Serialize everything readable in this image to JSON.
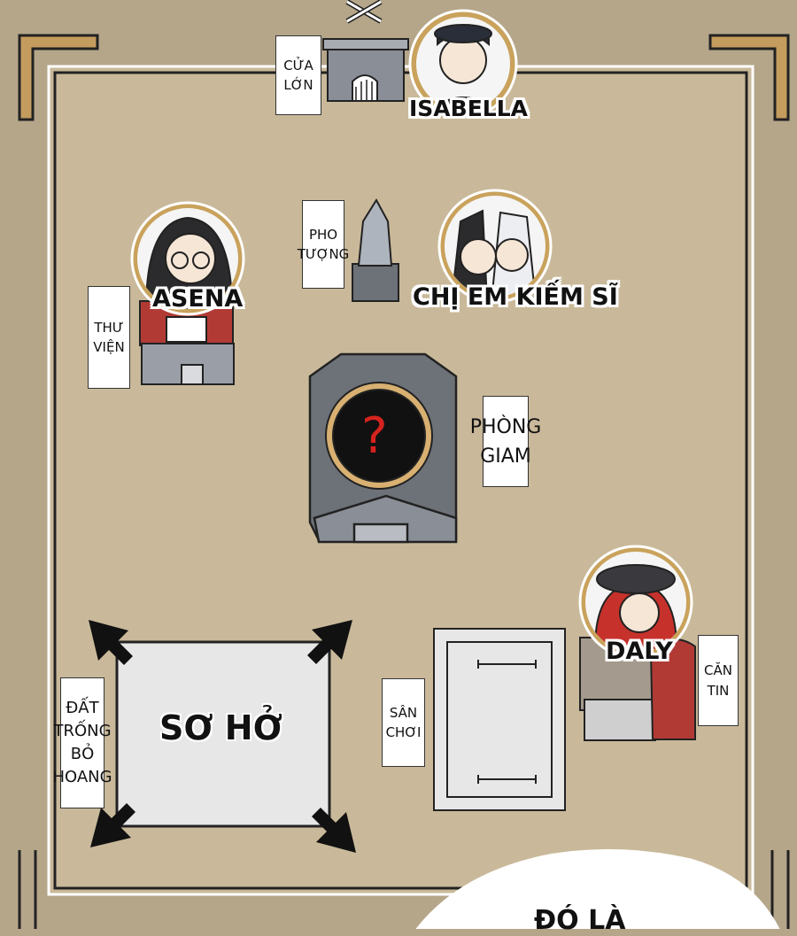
{
  "locations": {
    "great_gate": "CỬA\nLỚN",
    "statue": "PHO\nTƯỢNG",
    "library": "THƯ\nVIỆN",
    "prison": "PHÒNG\nGIAM",
    "canteen": "CĂN\nTIN",
    "playground": "SÂN\nCHƠI",
    "wasteland": "ĐẤT\nTRỐNG\nBỎ\nHOANG",
    "weak_spot": "SƠ HỞ"
  },
  "characters": {
    "isabella": "ISABELLA",
    "asena": "ASENA",
    "sword_sisters": "CHỊ EM KIẾM SĨ",
    "daly": "DALY"
  },
  "unknown_marker": "?",
  "speech_bubble": "ĐÓ LÀ",
  "icons": {
    "crossed_bones": "crossed-bones-icon",
    "arrow": "corner-arrow-icon"
  },
  "colors": {
    "parchment": "#c9b99a",
    "frame": "#b5a68a",
    "portrait_ring": "#c9a25c",
    "question": "#d4231e",
    "roof_red": "#b23a35",
    "building_gray": "#6d7178"
  }
}
